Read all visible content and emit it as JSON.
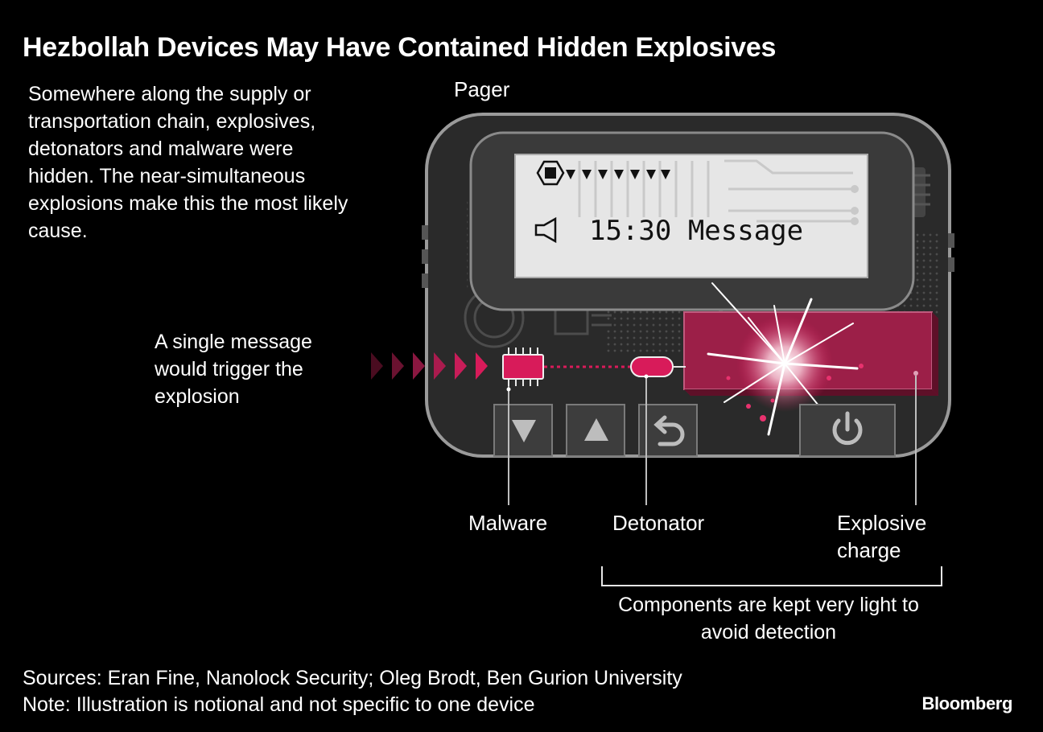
{
  "title": "Hezbollah Devices May Have Contained Hidden Explosives",
  "intro": "Somewhere along the supply or transportation chain, explosives, detonators and malware were hidden. The near-simultaneous explosions make this the most likely cause.",
  "pager_label": "Pager",
  "trigger_text": "A single message would trigger the explosion",
  "screen": {
    "message": "15:30 Message",
    "signal_icon": "signal-bars-icon",
    "speaker_icon": "speaker-icon"
  },
  "labels": {
    "malware": "Malware",
    "detonator": "Detonator",
    "explosive_charge": "Explosive charge"
  },
  "components_note": "Components are kept very light to avoid detection",
  "buttons": [
    "down-arrow-icon",
    "up-arrow-icon",
    "return-icon",
    "power-icon"
  ],
  "footer": {
    "sources": "Sources: Eran Fine, Nanolock Security; Oleg Brodt, Ben Gurion University",
    "note": "Note: Illustration is notional and not specific to one device",
    "brand": "Bloomberg"
  },
  "colors": {
    "accent": "#d81b5a",
    "device_body": "#2a2a2a",
    "screen": "#e6e6e6"
  }
}
